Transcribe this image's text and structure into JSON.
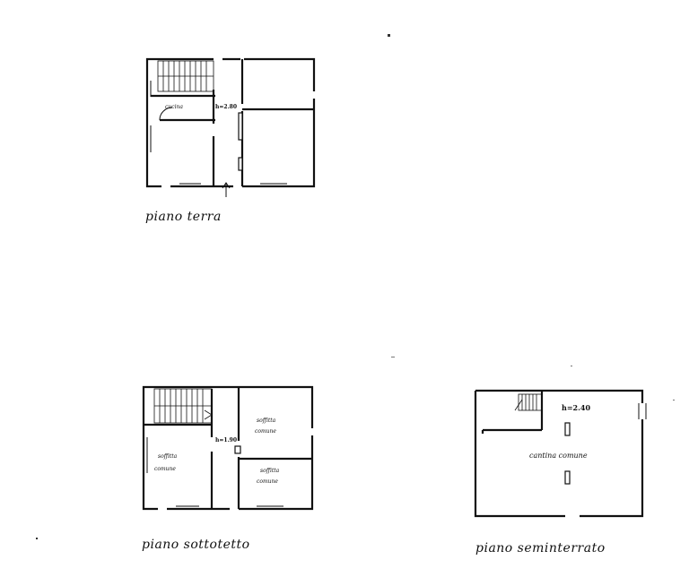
{
  "floors": {
    "ground": {
      "caption": "piano terra",
      "room_kitchen": "cucina",
      "height": "h=2.80"
    },
    "attic": {
      "caption": "piano sottotetto",
      "height": "h=1.90",
      "room_left_1": "soffitta",
      "room_left_2": "comune",
      "room_right_top_1": "soffitta",
      "room_right_top_2": "comune",
      "room_right_bottom_1": "soffitta",
      "room_right_bottom_2": "comune"
    },
    "basement": {
      "caption": "piano seminterrato",
      "height": "h=2.40",
      "room": "cantina comune"
    }
  }
}
